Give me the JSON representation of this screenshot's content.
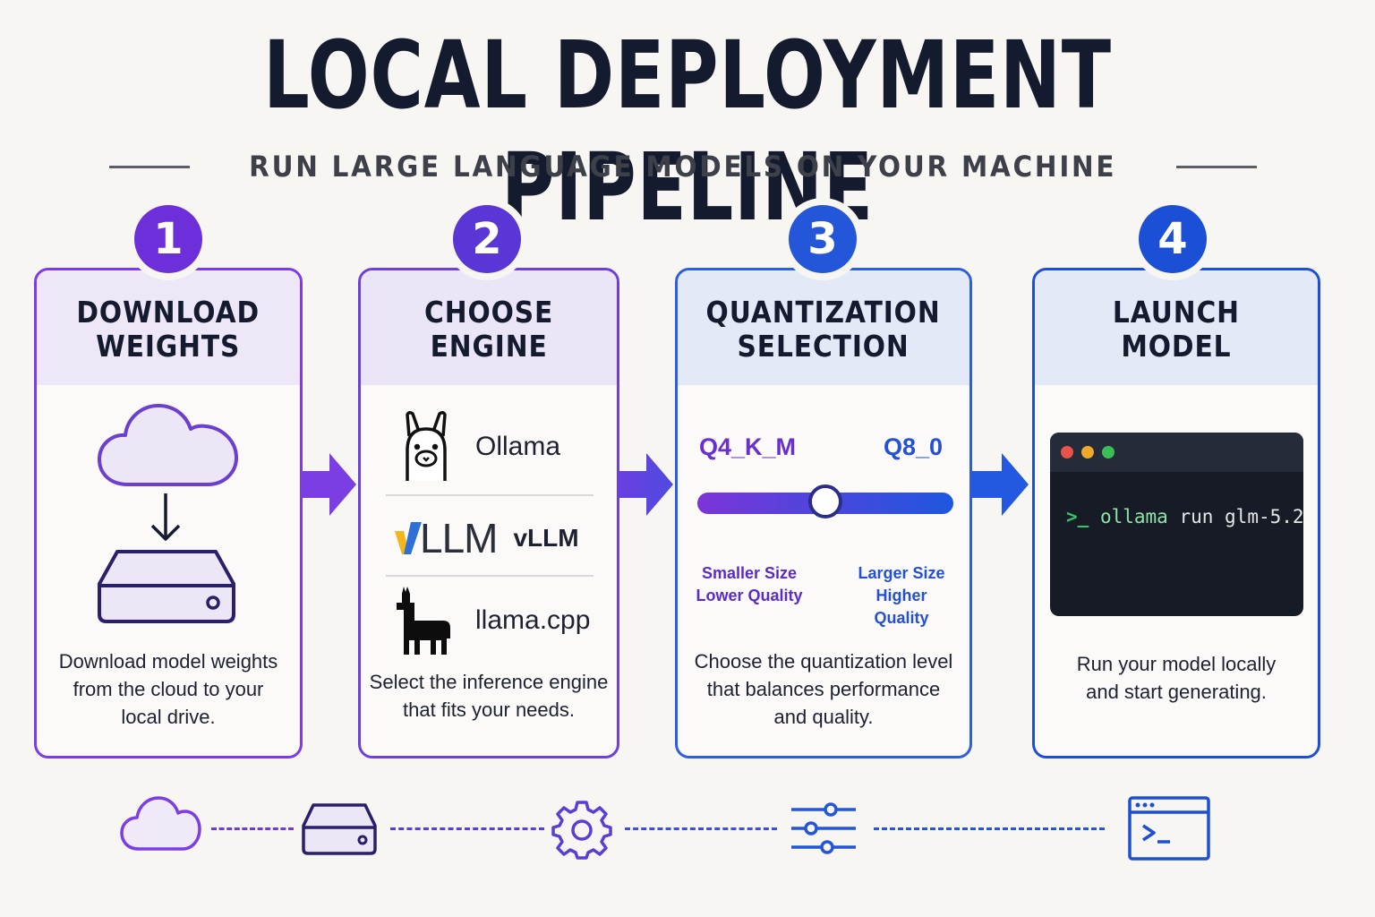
{
  "header": {
    "title": "LOCAL DEPLOYMENT PIPELINE",
    "subtitle": "RUN LARGE LANGUAGE MODELS ON YOUR MACHINE"
  },
  "colors": {
    "step1": "#7c3aed",
    "step2": "#6d3fdc",
    "step3": "#2b5fe0",
    "step4": "#1d4ed8",
    "ink": "#151b2e",
    "background": "#f8f6f3"
  },
  "steps": [
    {
      "number": "1",
      "title_line1": "DOWNLOAD",
      "title_line2": "WEIGHTS",
      "description_line1": "Download model weights",
      "description_line2": "from the cloud to your",
      "description_line3": "local drive.",
      "icons": [
        "cloud-icon",
        "down-arrow-icon",
        "hard-drive-icon"
      ]
    },
    {
      "number": "2",
      "title_line1": "CHOOSE",
      "title_line2": "ENGINE",
      "engines": [
        {
          "name": "Ollama",
          "icon": "llama-face-icon"
        },
        {
          "name": "vLLM",
          "logo_text": "LLM",
          "icon": "vllm-logo-icon"
        },
        {
          "name": "llama.cpp",
          "icon": "llama-silhouette-icon"
        }
      ],
      "description_line1": "Select the inference engine",
      "description_line2": "that fits your needs."
    },
    {
      "number": "3",
      "title_line1": "QUANTIZATION",
      "title_line2": "SELECTION",
      "slider": {
        "left_label": "Q4_K_M",
        "right_label": "Q8_0",
        "left_note_line1": "Smaller Size",
        "left_note_line2": "Lower Quality",
        "right_note_line1": "Larger Size",
        "right_note_line2": "Higher Quality",
        "value": 0.5
      },
      "description_line1": "Choose the quantization level",
      "description_line2": "that balances performance",
      "description_line3": "and quality."
    },
    {
      "number": "4",
      "title_line1": "LAUNCH",
      "title_line2": "MODEL",
      "terminal": {
        "prompt": ">_",
        "command": "ollama",
        "args": "run glm-5.2"
      },
      "description_line1": "Run your model locally",
      "description_line2": "and start generating."
    }
  ],
  "footer_icons": [
    "cloud-icon",
    "hard-drive-icon",
    "gear-icon",
    "sliders-icon",
    "terminal-window-icon"
  ]
}
